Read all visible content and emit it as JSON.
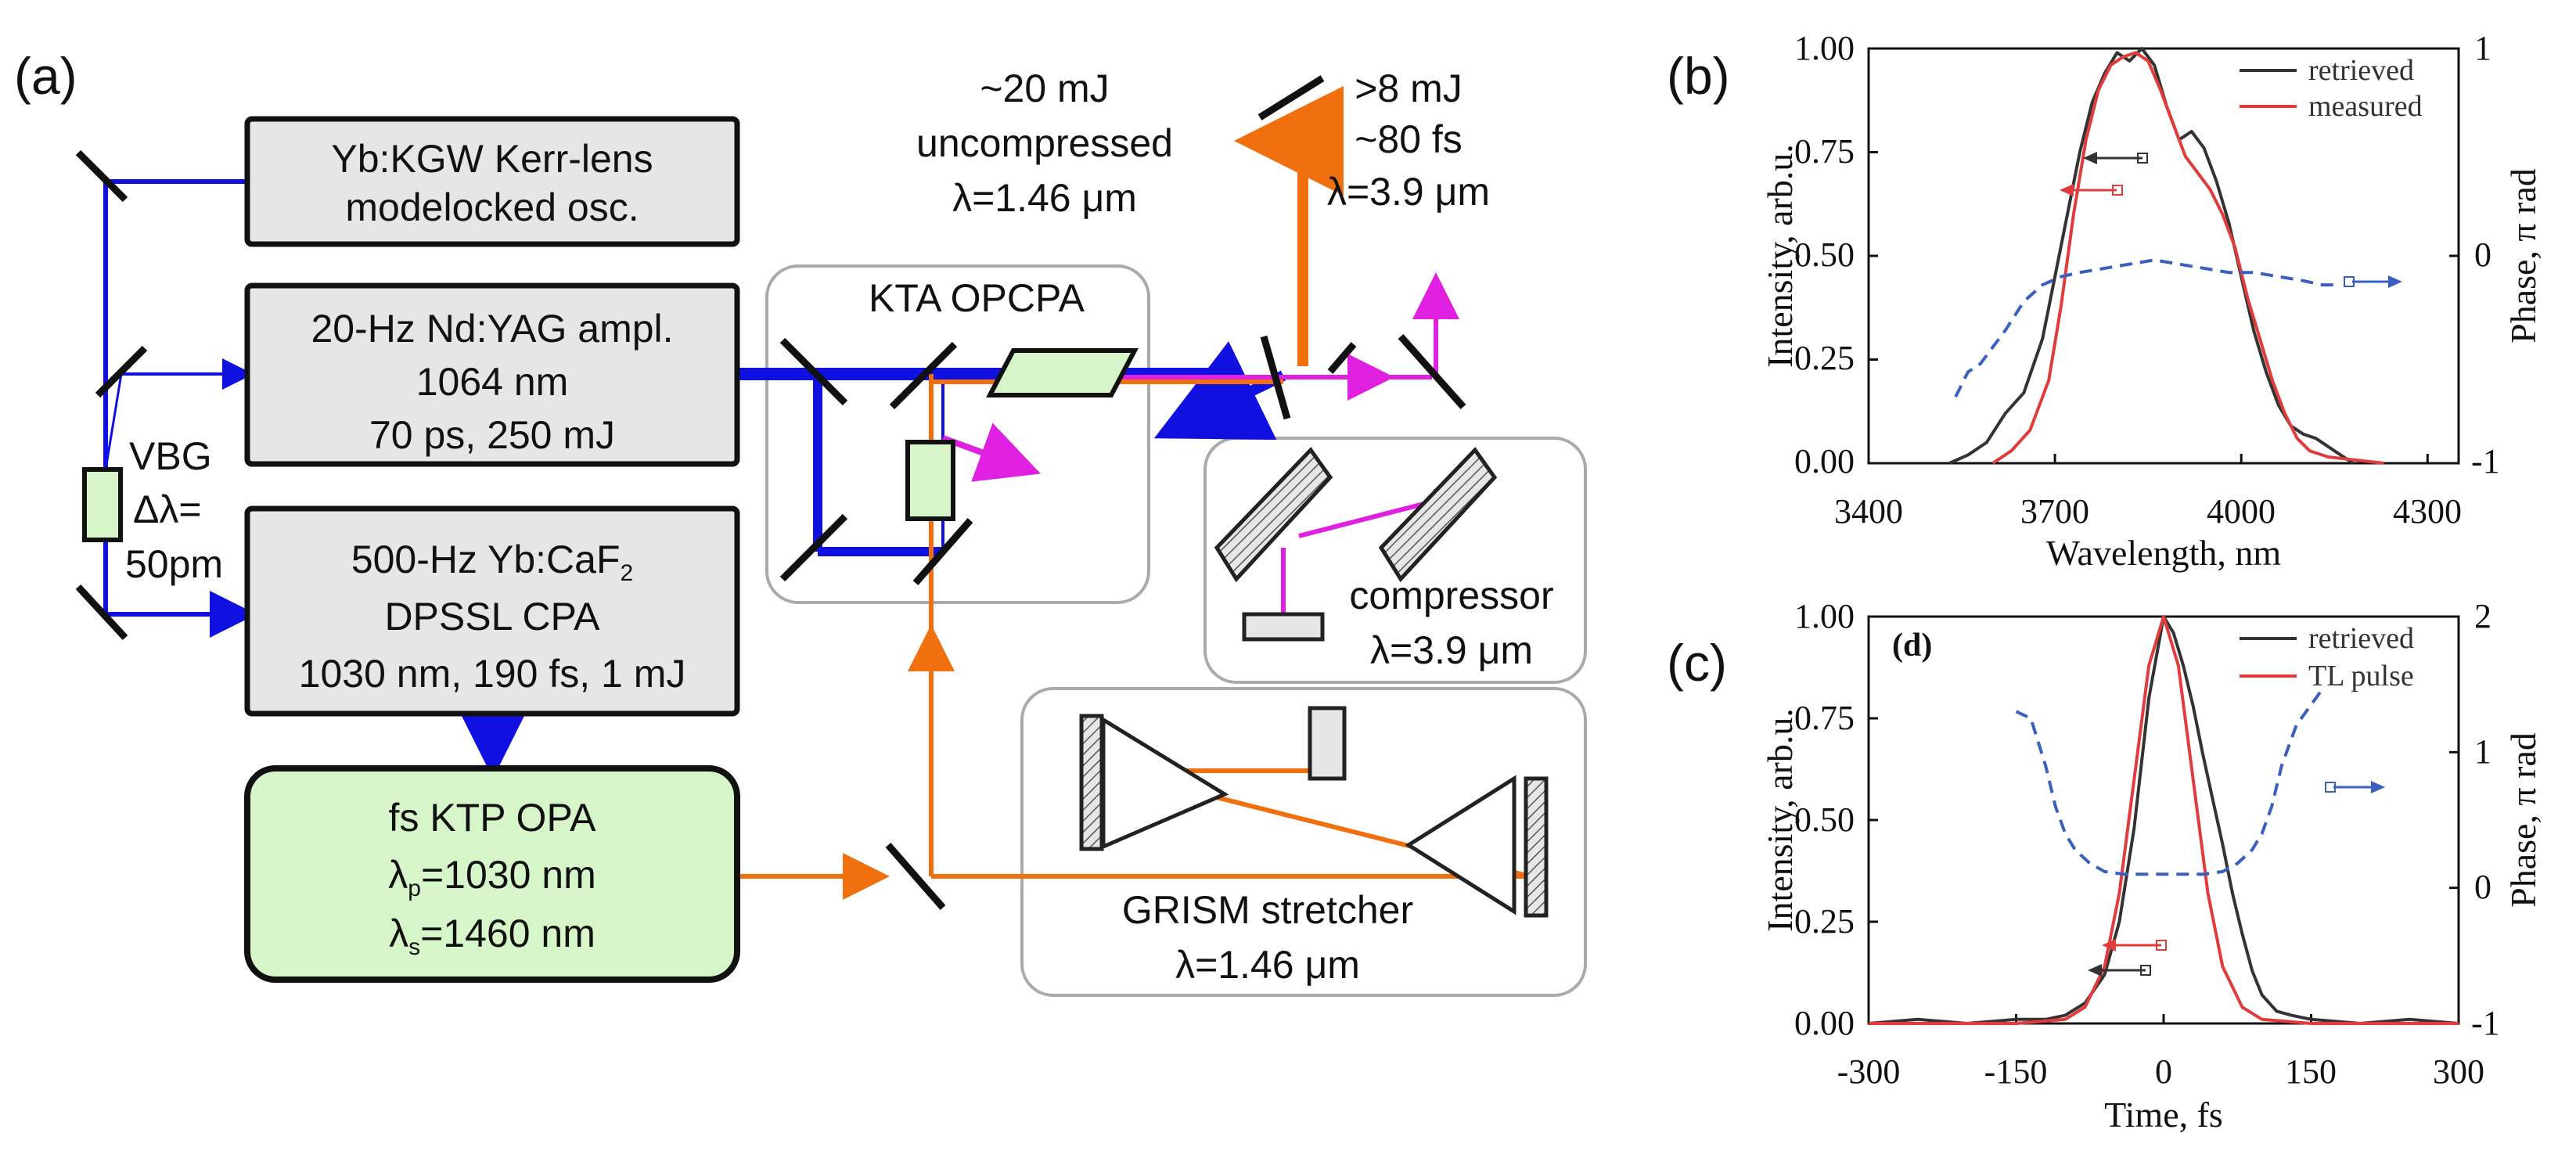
{
  "panel_labels": {
    "a": "(a)",
    "b": "(b)",
    "c": "(c)",
    "d": "(d)"
  },
  "colors": {
    "pump_blue": "#1010e0",
    "signal_orange": "#f07010",
    "idler_magenta": "#e020e0",
    "box_gray": "#e6e6e6",
    "box_green": "#d6f5c8",
    "plot_black": "#333333",
    "plot_red": "#e03c3c",
    "plot_dashed_blue": "#3a5fbf"
  },
  "diagram": {
    "osc": {
      "line1": "Yb:KGW Kerr-lens",
      "line2": "modelocked osc."
    },
    "ndyag": {
      "line1": "20-Hz Nd:YAG ampl.",
      "line2": "1064 nm",
      "line3": "70 ps, 250 mJ"
    },
    "cpa": {
      "line1": "500-Hz Yb:CaF",
      "sub": "2",
      "line2": "DPSSL CPA",
      "line3": "1030 nm, 190 fs, 1 mJ"
    },
    "opa": {
      "line1": "fs KTP OPA",
      "line2_pre": "λ",
      "line2_sub": "p",
      "line2_post": "=1030 nm",
      "line3_pre": "λ",
      "line3_sub": "s",
      "line3_post": "=1460 nm"
    },
    "vbg": {
      "line1": "VBG",
      "line2": "Δλ=",
      "line3": "50pm"
    },
    "kta": {
      "label": "KTA OPCPA"
    },
    "uncompressed": {
      "line1": "~20 mJ",
      "line2": "uncompressed",
      "line3": "λ=1.46 μm"
    },
    "output": {
      "line1": ">8 mJ",
      "line2": "~80 fs",
      "line3": "λ=3.9 μm"
    },
    "compressor": {
      "line1": "compressor",
      "line2": "λ=3.9 μm"
    },
    "stretcher": {
      "line1": "GRISM  stretcher",
      "line2": "λ=1.46 μm"
    }
  },
  "chart_data": [
    {
      "type": "line",
      "panel": "(b)",
      "xlabel": "Wavelength, nm",
      "ylabel": "Intensity, arb.u.",
      "y2label": "Phase, π rad",
      "xlim": [
        3400,
        4350
      ],
      "ylim": [
        0,
        1.0
      ],
      "y2lim": [
        -1,
        1
      ],
      "xticks": [
        "3400",
        "3700",
        "4000",
        "4300"
      ],
      "yticks": [
        "0.00",
        "0.25",
        "0.50",
        "0.75",
        "1.00"
      ],
      "y2ticks": [
        "-1",
        "0",
        "1"
      ],
      "legend_position": "top-right",
      "series": [
        {
          "name": "retrieved",
          "color": "#333333",
          "axis": "left",
          "x": [
            3530,
            3560,
            3590,
            3620,
            3650,
            3680,
            3700,
            3720,
            3740,
            3760,
            3780,
            3800,
            3820,
            3840,
            3860,
            3880,
            3900,
            3920,
            3940,
            3960,
            3980,
            4000,
            4020,
            4040,
            4060,
            4080,
            4100,
            4120,
            4140,
            4160,
            4180
          ],
          "y": [
            0.0,
            0.02,
            0.05,
            0.12,
            0.17,
            0.3,
            0.45,
            0.6,
            0.75,
            0.87,
            0.94,
            0.99,
            0.97,
            1.0,
            0.96,
            0.86,
            0.78,
            0.8,
            0.76,
            0.68,
            0.58,
            0.45,
            0.32,
            0.22,
            0.14,
            0.09,
            0.07,
            0.06,
            0.04,
            0.02,
            0.0
          ]
        },
        {
          "name": "measured",
          "color": "#e03c3c",
          "axis": "left",
          "x": [
            3600,
            3630,
            3660,
            3690,
            3710,
            3730,
            3750,
            3770,
            3790,
            3810,
            3830,
            3850,
            3870,
            3890,
            3910,
            3930,
            3950,
            3970,
            3990,
            4010,
            4030,
            4050,
            4070,
            4090,
            4110,
            4140,
            4170,
            4200,
            4230
          ],
          "y": [
            0.0,
            0.03,
            0.08,
            0.2,
            0.38,
            0.6,
            0.78,
            0.9,
            0.96,
            0.98,
            0.99,
            0.97,
            0.9,
            0.82,
            0.74,
            0.7,
            0.66,
            0.6,
            0.52,
            0.4,
            0.3,
            0.2,
            0.12,
            0.06,
            0.03,
            0.015,
            0.01,
            0.005,
            0.0
          ]
        },
        {
          "name": "phase",
          "color": "#3a5fbf",
          "axis": "right",
          "dashed": true,
          "x": [
            3540,
            3560,
            3580,
            3600,
            3620,
            3650,
            3680,
            3710,
            3740,
            3780,
            3820,
            3860,
            3900,
            3940,
            3980,
            4020,
            4060,
            4100,
            4130,
            4160
          ],
          "y": [
            -0.68,
            -0.56,
            -0.52,
            -0.44,
            -0.36,
            -0.22,
            -0.14,
            -0.1,
            -0.08,
            -0.06,
            -0.04,
            -0.02,
            -0.04,
            -0.06,
            -0.08,
            -0.08,
            -0.1,
            -0.12,
            -0.14,
            -0.14
          ]
        }
      ]
    },
    {
      "type": "line",
      "panel": "(c)",
      "inner_label": "(d)",
      "xlabel": "Time, fs",
      "ylabel": "Intensity, arb.u.",
      "y2label": "Phase, π rad",
      "xlim": [
        -300,
        300
      ],
      "ylim": [
        0,
        1.0
      ],
      "y2lim": [
        -1,
        2
      ],
      "xticks": [
        "-300",
        "-150",
        "0",
        "150",
        "300"
      ],
      "yticks": [
        "0.00",
        "0.25",
        "0.50",
        "0.75",
        "1.00"
      ],
      "y2ticks": [
        "-1",
        "0",
        "1",
        "2"
      ],
      "legend_position": "top-right",
      "series": [
        {
          "name": "retrieved",
          "color": "#333333",
          "axis": "left",
          "x": [
            -300,
            -250,
            -200,
            -150,
            -120,
            -100,
            -80,
            -60,
            -45,
            -30,
            -15,
            0,
            10,
            20,
            30,
            40,
            50,
            60,
            70,
            80,
            90,
            100,
            115,
            130,
            150,
            200,
            250,
            300
          ],
          "y": [
            0.0,
            0.01,
            0.0,
            0.01,
            0.01,
            0.02,
            0.05,
            0.12,
            0.25,
            0.48,
            0.8,
            1.0,
            0.96,
            0.88,
            0.78,
            0.66,
            0.55,
            0.44,
            0.32,
            0.22,
            0.13,
            0.07,
            0.03,
            0.02,
            0.01,
            0.0,
            0.01,
            0.0
          ]
        },
        {
          "name": "TL pulse",
          "color": "#e03c3c",
          "axis": "left",
          "x": [
            -300,
            -150,
            -100,
            -80,
            -60,
            -45,
            -30,
            -15,
            0,
            15,
            30,
            45,
            60,
            80,
            100,
            150,
            300
          ],
          "y": [
            0.0,
            0.0,
            0.01,
            0.04,
            0.14,
            0.32,
            0.6,
            0.88,
            1.0,
            0.88,
            0.6,
            0.32,
            0.14,
            0.04,
            0.01,
            0.0,
            0.0
          ]
        },
        {
          "name": "phase",
          "color": "#3a5fbf",
          "axis": "right",
          "dashed": true,
          "x": [
            -150,
            -135,
            -120,
            -110,
            -100,
            -90,
            -75,
            -60,
            -40,
            -20,
            0,
            20,
            40,
            60,
            75,
            90,
            100,
            110,
            120,
            135,
            150,
            160
          ],
          "y": [
            1.3,
            1.25,
            0.9,
            0.6,
            0.4,
            0.28,
            0.18,
            0.12,
            0.1,
            0.1,
            0.1,
            0.1,
            0.1,
            0.12,
            0.18,
            0.28,
            0.4,
            0.6,
            0.9,
            1.2,
            1.35,
            1.45
          ]
        }
      ]
    }
  ]
}
